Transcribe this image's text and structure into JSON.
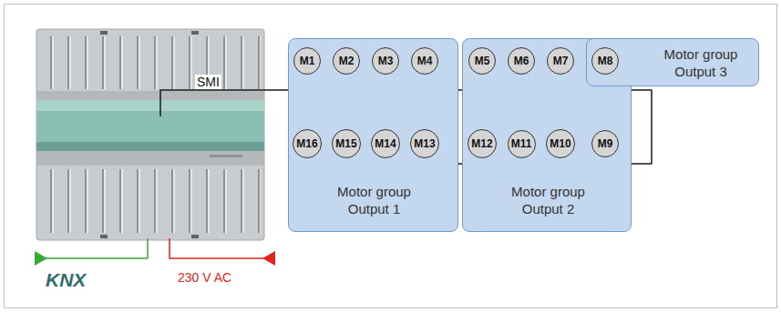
{
  "diagram": {
    "nodes": [
      {
        "text": [
          "Motor group Output 1"
        ]
      },
      {
        "text": [
          "M1"
        ],
        "in": 0
      },
      {
        "text": [
          "M2"
        ],
        "in": 0
      },
      {
        "text": [
          "M3"
        ],
        "in": 0
      },
      {
        "text": [
          "M4"
        ],
        "in": 0
      },
      {
        "text": [
          "M16"
        ],
        "in": 0
      },
      {
        "text": [
          "M15"
        ],
        "in": 0
      },
      {
        "text": [
          "M14"
        ],
        "in": 0
      },
      {
        "text": [
          "M13"
        ],
        "in": 0
      },
      {
        "text": [
          "Motor group Output 2"
        ]
      },
      {
        "text": [
          "M5"
        ],
        "in": 9
      },
      {
        "text": [
          "M6"
        ],
        "in": 9
      },
      {
        "text": [
          "M7"
        ],
        "in": 9
      },
      {
        "text": [
          "M12"
        ],
        "in": 9
      },
      {
        "text": [
          "M11"
        ],
        "in": 9
      },
      {
        "text": [
          "M10"
        ],
        "in": 9
      },
      {
        "text": [
          "M9"
        ],
        "in": 9
      },
      {
        "text": [
          "Motor group Output 3"
        ]
      },
      {
        "text": [
          "M8"
        ],
        "in": 17
      }
    ],
    "edges": [
      {
        "from": 1,
        "to": 2,
        "arrow": "none"
      },
      {
        "from": 2,
        "to": 3,
        "arrow": "none"
      },
      {
        "from": 3,
        "to": 4,
        "arrow": "none"
      },
      {
        "from": 4,
        "to": 10,
        "arrow": "none"
      },
      {
        "from": 10,
        "to": 11,
        "arrow": "none"
      },
      {
        "from": 11,
        "to": 12,
        "arrow": "none"
      },
      {
        "from": 12,
        "to": 18,
        "arrow": "none"
      },
      {
        "from": 18,
        "to": 16,
        "arrow": "none"
      },
      {
        "from": 16,
        "to": 15,
        "arrow": "none"
      },
      {
        "from": 15,
        "to": 14,
        "arrow": "none"
      },
      {
        "from": 14,
        "to": 13,
        "arrow": "none"
      },
      {
        "from": 13,
        "to": 8,
        "arrow": "none"
      },
      {
        "from": 8,
        "to": 7,
        "arrow": "none"
      },
      {
        "from": 7,
        "to": 6,
        "arrow": "none"
      },
      {
        "from": 6,
        "to": 5,
        "arrow": "none"
      }
    ],
    "labels": [
      "SMI",
      "KNX",
      "230 V AC"
    ]
  }
}
